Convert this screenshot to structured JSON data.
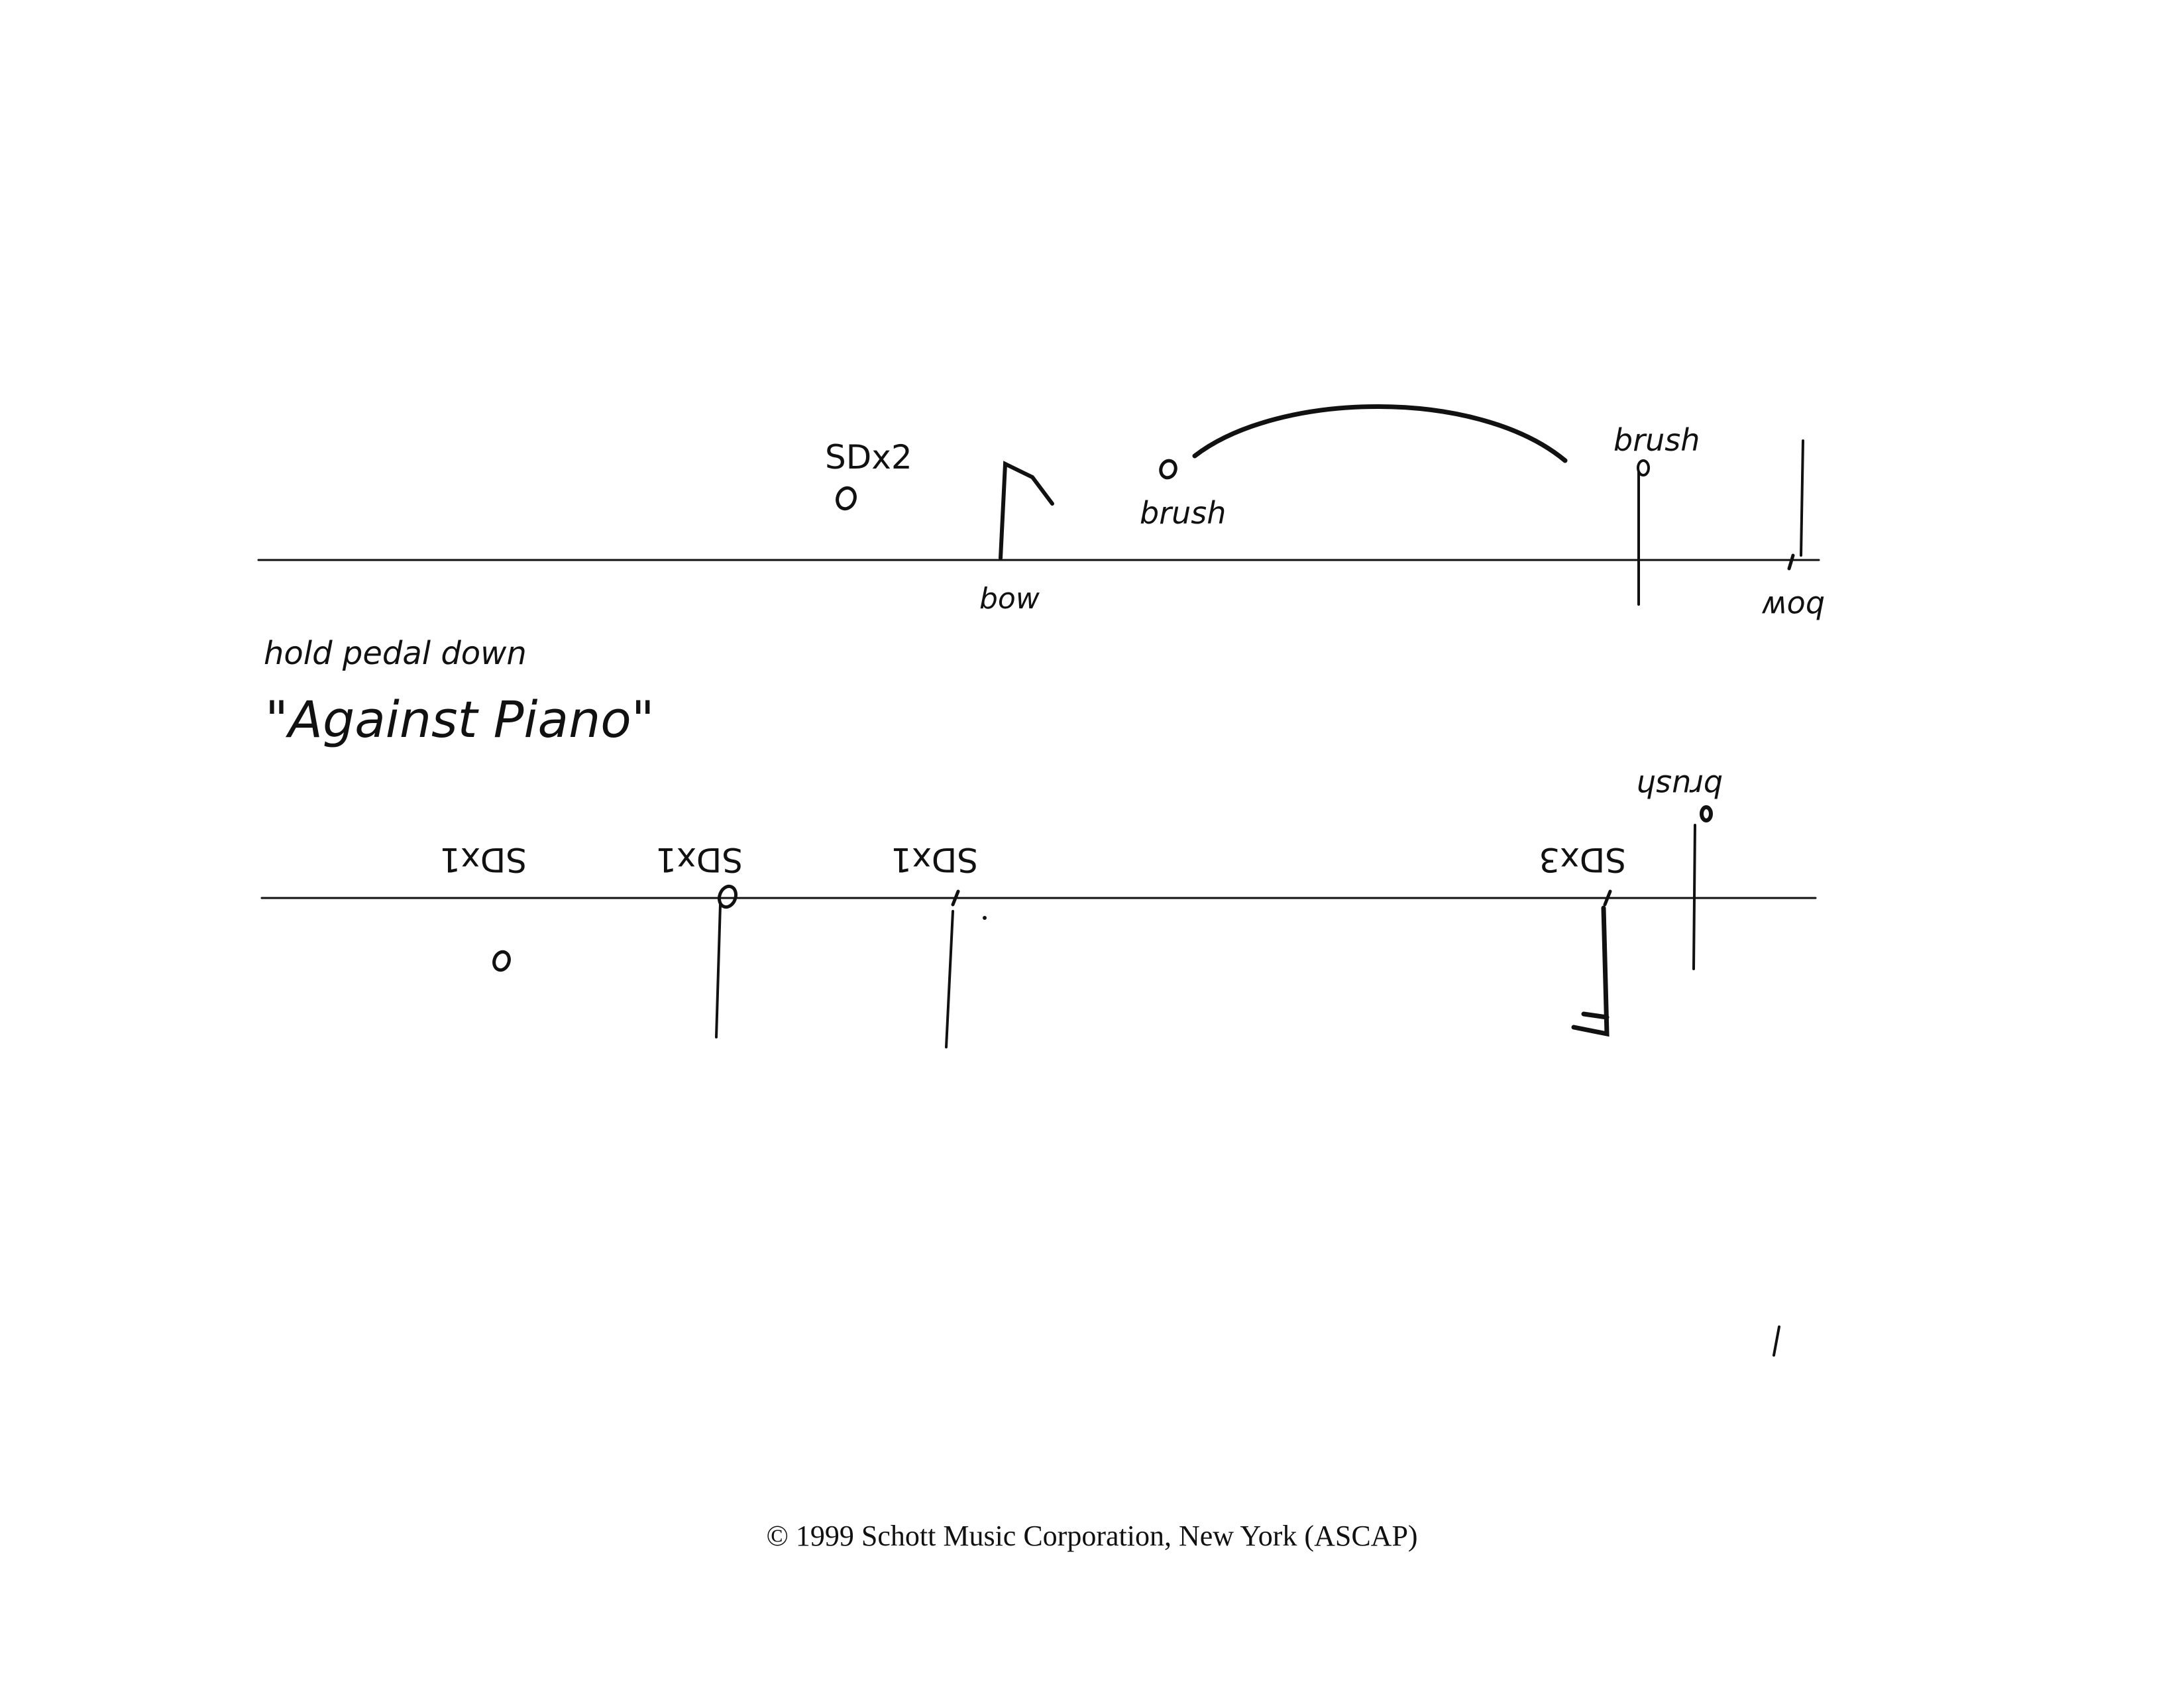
{
  "instructions": {
    "line1": "hold pedal down",
    "line2": "\"Against Piano\""
  },
  "upper_staff": {
    "sd_label": "SDx2",
    "bow_left": "bow",
    "brush_left": "brush",
    "brush_right": "brush",
    "bow_right": "bow"
  },
  "lower_staff": {
    "sd1_a": "SDx1",
    "sd1_b": "SDx1",
    "sd1_c": "SDx1",
    "sd3": "SDx3",
    "brush": "brush"
  },
  "footer": {
    "copyright": "© 1999 Schott Music Corporation, New York (ASCAP)"
  }
}
